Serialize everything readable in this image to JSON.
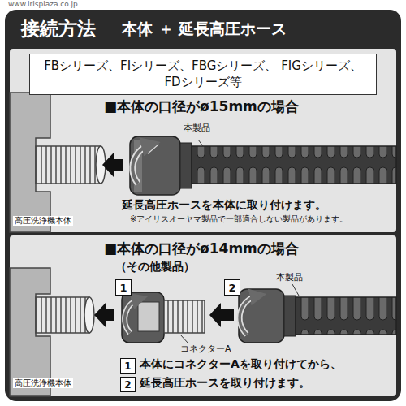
{
  "diagram": {
    "title": "接続方法",
    "nodes": [
      {
        "text": [
          "FBシリーズ、FIシリーズ、FBGシリーズ、 FIGシリーズ、FDシリーズ等"
        ]
      },
      {
        "text": [
          "1"
        ]
      },
      {
        "text": [
          "2"
        ]
      },
      {
        "text": [
          "1"
        ]
      },
      {
        "text": [
          "2"
        ]
      }
    ],
    "labels": [
      "www.irisplaza.co.jp",
      "本体 ＋ 延長高圧ホース",
      "■本体の口径がø15mmの場合",
      "本製品",
      "延長高圧ホースを本体に取り付けます。",
      "※アイリスオーヤマ製品で一部適合しない製品があります。",
      "高圧洗浄機本体",
      "■本体の口径がø14mmの場合",
      "（その他製品）",
      "本製品",
      "コネクターA",
      "本体にコネクターAを取り付けてから、",
      "延長高圧ホースを取り付けます。",
      "高圧洗浄機本体"
    ]
  }
}
